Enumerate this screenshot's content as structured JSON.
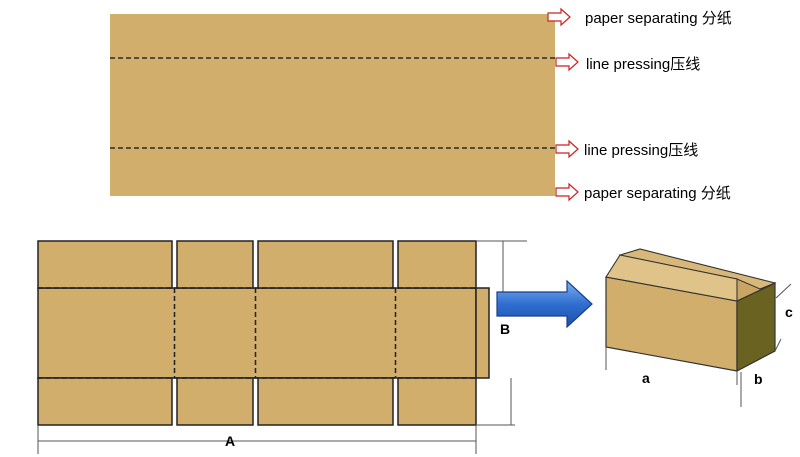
{
  "colors": {
    "cardboard": "#D2AE6C",
    "cardboard_dark_side": "#6A6220",
    "cardboard_top": "#E0C388",
    "arrow_outline": "#CC2222",
    "blue_arrow": "#2F6FD0",
    "line": "#222222"
  },
  "sheet_labels": {
    "top_separating": "paper separating 分纸",
    "pressing_1": "line pressing压线",
    "pressing_2": "line pressing压线",
    "bottom_separating": "paper separating 分纸"
  },
  "blank_dimensions": {
    "length": "A",
    "height": "B"
  },
  "box_dimensions": {
    "length": "a",
    "width": "b",
    "height": "c"
  },
  "icons": {
    "label_pointer": "hollow-right-arrow-icon",
    "transform": "blue-right-arrow-icon"
  }
}
